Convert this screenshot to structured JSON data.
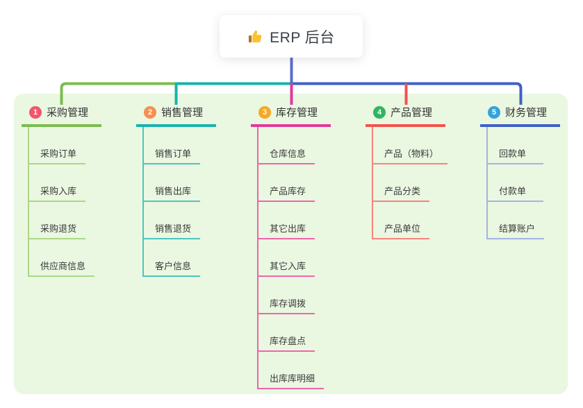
{
  "root": {
    "label": "ERP 后台",
    "icon": "thumbs-up-icon",
    "line_color": "#5b6cc9"
  },
  "panel_color": "#eaf7e1",
  "branches": [
    {
      "num": "1",
      "label": "采购管理",
      "badge_color": "#f2566b",
      "line_color": "#7cbc4f",
      "child_line_color": "#abd885",
      "children": [
        "采购订单",
        "采购入库",
        "采购退货",
        "供应商信息"
      ]
    },
    {
      "num": "2",
      "label": "销售管理",
      "badge_color": "#f68f4e",
      "line_color": "#17b3ac",
      "child_line_color": "#4cc5bd",
      "children": [
        "销售订单",
        "销售出库",
        "销售退货",
        "客户信息"
      ]
    },
    {
      "num": "3",
      "label": "库存管理",
      "badge_color": "#f7a824",
      "line_color": "#e0399b",
      "child_line_color": "#ef64ab",
      "children": [
        "仓库信息",
        "产品库存",
        "其它出库",
        "其它入库",
        "库存调拨",
        "库存盘点",
        "出库库明细"
      ]
    },
    {
      "num": "4",
      "label": "产品管理",
      "badge_color": "#2eb561",
      "line_color": "#f4524d",
      "child_line_color": "#f7837f",
      "children": [
        "产品（物料）",
        "产品分类",
        "产品单位"
      ]
    },
    {
      "num": "5",
      "label": "财务管理",
      "badge_color": "#35a3dc",
      "line_color": "#3f61c4",
      "child_line_color": "#a3b4e0",
      "children": [
        "回款单",
        "付款单",
        "结算账户"
      ]
    }
  ]
}
